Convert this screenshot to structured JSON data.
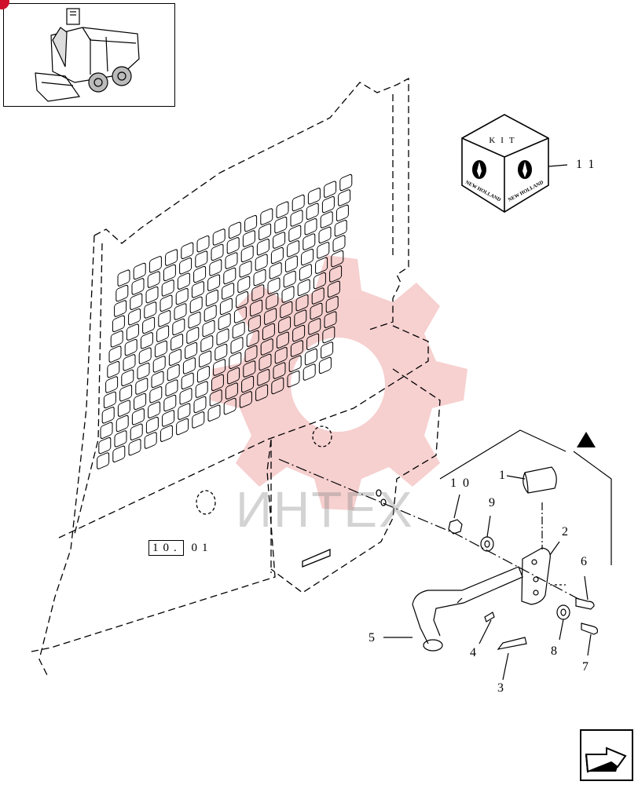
{
  "watermark": {
    "text": "ИНТЕХ",
    "logo_color": "#f2b8b8"
  },
  "kit": {
    "label": "KIT",
    "brand": "NEW HOLLAND",
    "callout": "11"
  },
  "reference": {
    "boxed": "10.",
    "rest": "01"
  },
  "callouts": [
    "1",
    "2",
    "3",
    "4",
    "5",
    "6",
    "7",
    "8",
    "9",
    "10"
  ],
  "colors": {
    "corner_badge": "#d0102a",
    "line": "#000000"
  },
  "icons": [
    "loader-thumbnail-icon",
    "kit-box-icon",
    "triangle-marker-icon",
    "next-page-arrow-icon"
  ]
}
